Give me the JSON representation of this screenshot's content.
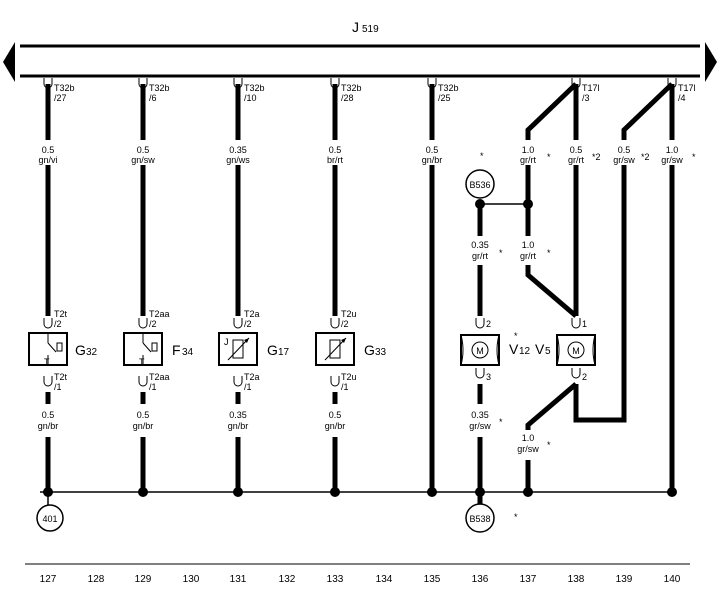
{
  "module": {
    "letter": "J",
    "number": "519"
  },
  "pins": [
    {
      "id": "c127",
      "label": "T32b",
      "num": "/27"
    },
    {
      "id": "c129",
      "label": "T32b",
      "num": "/6"
    },
    {
      "id": "c131",
      "label": "T32b",
      "num": "/10"
    },
    {
      "id": "c133",
      "label": "T32b",
      "num": "/28"
    },
    {
      "id": "c135",
      "label": "T32b",
      "num": "/25"
    },
    {
      "id": "c138",
      "label": "T17l",
      "num": "/3"
    },
    {
      "id": "c140",
      "label": "T17l",
      "num": "/4"
    }
  ],
  "wires": [
    {
      "id": "w127a",
      "size": "0.5",
      "color": "gn/vi",
      "star": ""
    },
    {
      "id": "w129a",
      "size": "0.5",
      "color": "gn/sw",
      "star": ""
    },
    {
      "id": "w131a",
      "size": "0.35",
      "color": "gn/ws",
      "star": ""
    },
    {
      "id": "w133a",
      "size": "0.5",
      "color": "br/rt",
      "star": ""
    },
    {
      "id": "w135a",
      "size": "0.5",
      "color": "gn/br",
      "star": ""
    },
    {
      "id": "w137a",
      "size": "1.0",
      "color": "gr/rt",
      "star": "*"
    },
    {
      "id": "w138a",
      "size": "0.5",
      "color": "gr/rt",
      "star": "*2"
    },
    {
      "id": "w139a",
      "size": "0.5",
      "color": "gr/sw",
      "star": "*2"
    },
    {
      "id": "w140a",
      "size": "1.0",
      "color": "gr/sw",
      "star": "*"
    },
    {
      "id": "w136a",
      "size": "0.35",
      "color": "gr/rt",
      "star": "*"
    },
    {
      "id": "w137b",
      "size": "1.0",
      "color": "gr/rt",
      "star": "*"
    },
    {
      "id": "w127b",
      "size": "0.5",
      "color": "gn/br",
      "star": ""
    },
    {
      "id": "w129b",
      "size": "0.5",
      "color": "gn/br",
      "star": ""
    },
    {
      "id": "w131b",
      "size": "0.35",
      "color": "gn/br",
      "star": ""
    },
    {
      "id": "w133b",
      "size": "0.5",
      "color": "gn/br",
      "star": ""
    },
    {
      "id": "w136b",
      "size": "0.35",
      "color": "gr/sw",
      "star": "*"
    },
    {
      "id": "w137c",
      "size": "1.0",
      "color": "gr/sw",
      "star": "*"
    }
  ],
  "connectors": [
    {
      "id": "k127t",
      "label": "T2t",
      "num": "/2"
    },
    {
      "id": "k127b",
      "label": "T2t",
      "num": "/1"
    },
    {
      "id": "k129t",
      "label": "T2aa",
      "num": "/2"
    },
    {
      "id": "k129b",
      "label": "T2aa",
      "num": "/1"
    },
    {
      "id": "k131t",
      "label": "T2a",
      "num": "/2"
    },
    {
      "id": "k131b",
      "label": "T2a",
      "num": "/1"
    },
    {
      "id": "k133t",
      "label": "T2u",
      "num": "/2"
    },
    {
      "id": "k133b",
      "label": "T2u",
      "num": "/1"
    }
  ],
  "components": [
    {
      "id": "G32",
      "letter": "G",
      "number": "32",
      "star": ""
    },
    {
      "id": "F34",
      "letter": "F",
      "number": "34",
      "star": ""
    },
    {
      "id": "G17",
      "letter": "G",
      "number": "17",
      "star": ""
    },
    {
      "id": "G33",
      "letter": "G",
      "number": "33",
      "star": ""
    },
    {
      "id": "V12",
      "letter": "V",
      "number": "12",
      "star": "*"
    },
    {
      "id": "V5",
      "letter": "V",
      "number": "5",
      "star": ""
    }
  ],
  "motor_pins": [
    "2",
    "3",
    "1",
    "2"
  ],
  "motor_glyph": "M",
  "switch_glyph": "T",
  "sensor_glyph": "J",
  "ground_points": [
    {
      "id": "g401",
      "label": "401",
      "star": ""
    },
    {
      "id": "gB538",
      "label": "B538",
      "star": "*"
    },
    {
      "id": "gB536",
      "label": "B536",
      "star": "*"
    }
  ],
  "columns": [
    "127",
    "128",
    "129",
    "130",
    "131",
    "132",
    "133",
    "134",
    "135",
    "136",
    "137",
    "138",
    "139",
    "140"
  ],
  "colors": {
    "line": "#000000",
    "background": "#ffffff"
  }
}
